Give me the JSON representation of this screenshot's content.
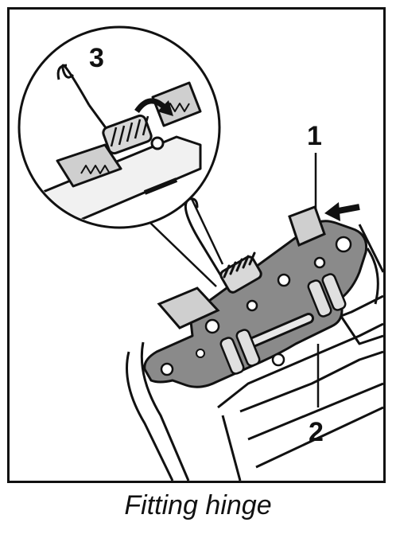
{
  "callouts": {
    "one": "1",
    "two": "2",
    "three": "3"
  },
  "caption": "Fitting hinge"
}
